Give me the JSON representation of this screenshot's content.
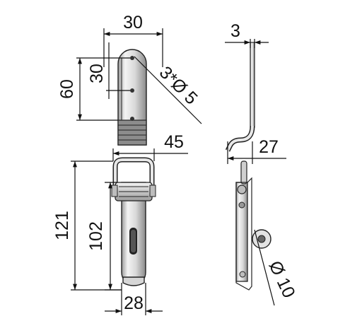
{
  "colors": {
    "ink": "#111111",
    "metal_light": "#f2f2f2",
    "metal_mid": "#cfcfcf",
    "metal_dark": "#8c8c8c"
  },
  "dimensions": {
    "plate_width": "30",
    "plate_length": "60",
    "hole_pitch": "30",
    "hole_spec": "3*Ø 5",
    "thickness": "3",
    "hook_offset": "27",
    "bail_width": "45",
    "overall_length": "121",
    "latch_length": "102",
    "base_width": "28",
    "roller_dia": "Ø 10"
  }
}
